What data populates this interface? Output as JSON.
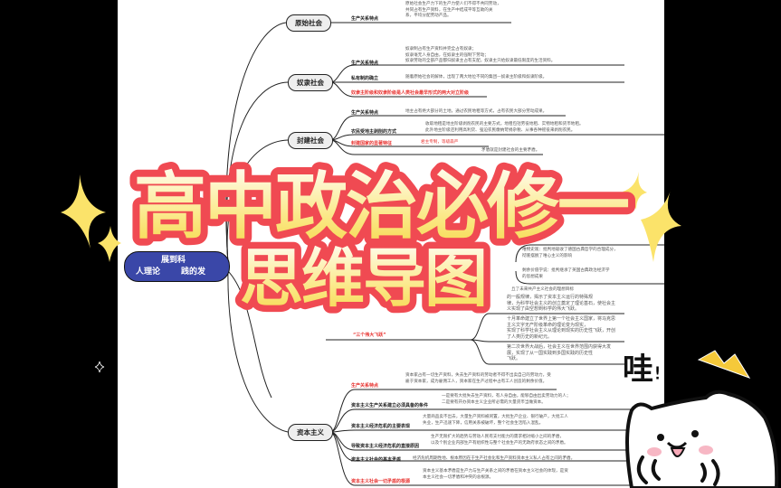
{
  "overlay": {
    "title_line1": "高中政治必修一",
    "title_line2": "思维导图",
    "exclaim": "哇",
    "exclaim_mark": "!",
    "colors": {
      "outline": "#f04a52",
      "fill_top": "#fffdf2",
      "fill_bottom": "#f6d94e",
      "sparkle": "#fbe36a",
      "background": "#000000"
    }
  },
  "mindmap": {
    "central_fragments": [
      "展到科",
      "人理论",
      "践的发"
    ],
    "primitive": {
      "label": "原始社会",
      "branches": [
        {
          "label": "生产关系特点",
          "desc": [
            "原始社会生产力下的生产力使人们不得不共同劳动，",
            "共同占有生产资料，在生产中结成平等互助的关",
            "系，平均分配劳动产品。"
          ]
        }
      ]
    },
    "slave": {
      "label": "奴隶社会",
      "branches": [
        {
          "label": "生产关系特点",
          "desc": [
            "奴隶制占有生产资料并完全占有奴隶；",
            "奴隶毫无人身自由，在奴隶主的强制下劳动；",
            "奴隶劳动的全部产品都归奴隶主占有支配，奴隶主只给奴隶最低限度的生活资料。"
          ]
        },
        {
          "label": "私有制的确立",
          "desc": [
            "随着原始社会的解体，出现了两大地位不同的集团—奴隶主阶级和奴隶阶级。"
          ]
        },
        {
          "label": "奴隶主阶级和奴隶阶级是人类社会最早形式的两大对立阶级",
          "red": true
        }
      ]
    },
    "feudal": {
      "label": "封建社会",
      "branches": [
        {
          "label": "生产关系特点",
          "desc": [
            "地主占有绝大部分的土地，通过农民地租等方式，占有农民大部分劳动成果。"
          ]
        },
        {
          "label": "农民受地主剥削的方式",
          "desc": [
            "收取地租是地主阶级剥削农民的主要方式，地租包括劳役地租、实物地租和货币地租。",
            "此外地主阶级还利用高利贷、强迫农民缴纳苛捐杂税、从事各种徭役来剥削农民。"
          ]
        },
        {
          "label": "封建国家的显著特征",
          "red": true,
          "desc": [
            "君主专制，等级森严"
          ]
        },
        {
          "desc": [
            "矛盾就是封建社会的主要矛盾。"
          ]
        }
      ]
    },
    "marxism": {
      "sources": [
        "唯物史观：批判地吸收了德国古典哲学的合理成分，彻底摆脱了唯心主义的影响",
        "剩余价值学说：批判继承了英国古典政治经济学的思想成果"
      ],
      "goal": "丘了未来共产主义社会的理想目标",
      "leap1": [
        "的一般规律，揭示了资本主义运行的特殊规",
        "律，为科学社会主义的创立奠定了理论基石，使社会主义实现了由空想到科学的伟大飞跃。"
      ],
      "three_leaps": {
        "label": "“三个伟大飞跃”",
        "items": [
          [
            "十月革命建立了世界上第一个社会主义国家，将马克思主义文字无产阶级革命的理论变为现实，",
            "实现了科学社会主义从理论到现实的历史性飞跃，开创了人类历史的新纪元。"
          ],
          [
            "第二次世界大战后，社会主义在世界范围内获得大发展，实现了从一国实践到多国实践的历史性",
            "飞跃。"
          ]
        ]
      }
    },
    "capitalism": {
      "label": "资本主义",
      "branches": [
        {
          "label": "生产关系特点",
          "red": true,
          "desc": [
            "资本家占有一切生产资料，失去生产资料的劳动者不得不出卖自己的劳动力，受",
            "雇于资本家，成为雇佣工人，资本家在生产过程中占有工人创造的剩余价值。"
          ]
        },
        {
          "label": "资本主义生产关系建立必须具备的条件",
          "desc": [
            "一是要有大批失去生产资料，有人身自由，能够自由出卖劳动力的人；",
            "二是要有开办资本主义企业所必需的大量货币当做资本。"
          ]
        },
        {
          "label": "资本主义经济危机的主要表现",
          "desc": [
            "大量商品卖不出去，大量生产资料被闲置，大批生产企业、银行破产，大批工人",
            "失业，生产迅速下降，信用关系被破坏，整个社会生活陷入混乱。"
          ]
        },
        {
          "label": "导致资本主义经济危机的直接原因",
          "desc": [
            "生产无限扩大的趋势与劳动人民有支付能力的需求相对缩小之间的矛盾，",
            "以及个别企业内部生产有组织性与整个社会生产的无政府状态之间的矛盾。"
          ]
        },
        {
          "label": "资本主义社会的基本矛盾",
          "desc": [
            "经济危机周期性地、根本原因在于生产社会化和生产资料资本主义私人占有之间的矛盾。"
          ]
        },
        {
          "label": "资本主义社会一切矛盾的根源",
          "red": true,
          "desc": [
            "资本主义基本矛盾是生产力与生产关系之间的矛盾在资本主义社会的体现，是资",
            "本主义社会一切矛盾和冲突的总根源。"
          ]
        }
      ]
    }
  }
}
